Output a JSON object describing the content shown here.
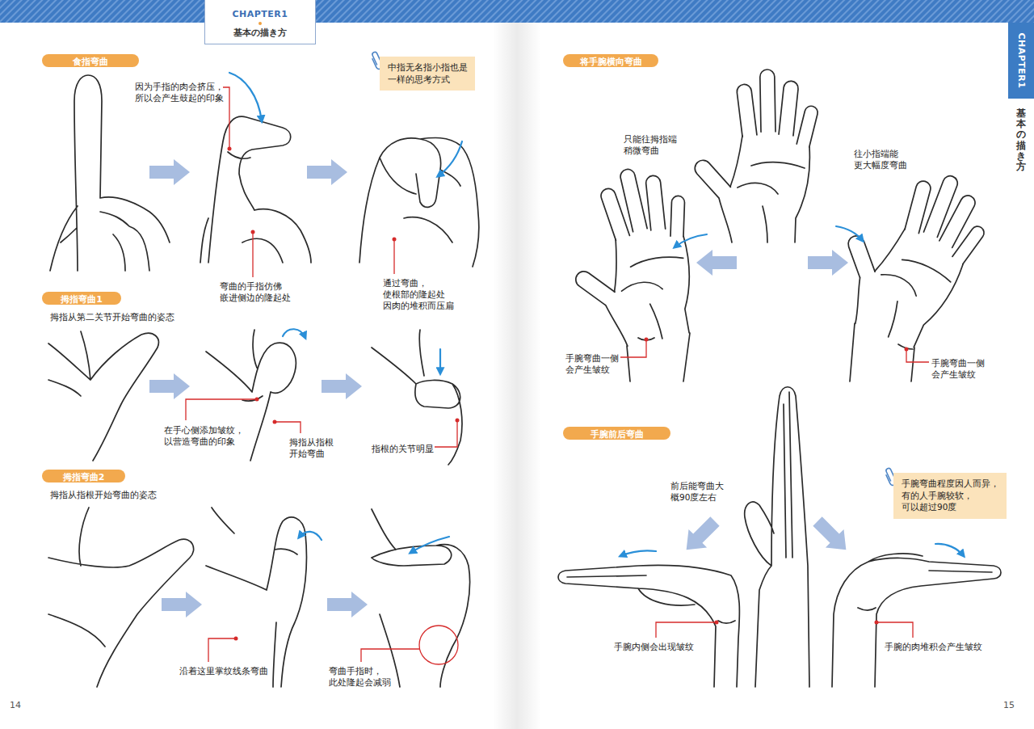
{
  "diagram": {
    "nodes": [
      {
        "text": [
          "CHAPTER1",
          "基本の描き方"
        ]
      },
      {
        "text": [
          "食指弯曲"
        ]
      },
      {
        "text": [
          "中指无名指小指也是 一样的思考方式"
        ]
      },
      {
        "text": [
          "拇指弯曲1"
        ]
      },
      {
        "text": [
          "拇指弯曲2"
        ]
      },
      {
        "text": [
          "将手腕横向弯曲"
        ]
      },
      {
        "text": [
          "CHAPTER1",
          "基本の描き方"
        ]
      },
      {
        "text": [
          "手腕前后弯曲"
        ]
      },
      {
        "text": [
          "手腕弯曲程度因人而异， 有的人手腕较软， 可以超过90度"
        ]
      }
    ],
    "labels": [
      "因为手指的肉会挤压， 所以会产生鼓起的印象",
      "弯曲的手指仿佛 嵌进侧边的隆起处",
      "通过弯曲，使根部的隆起处 因肉的堆积而压扁",
      "拇指从第二关节开始弯曲的姿态",
      "在手心侧添加皱纹， 以营造弯曲的印象",
      "拇指从指根 开始弯曲",
      "指根的关节明显",
      "拇指从指根开始弯曲的姿态",
      "沿着这里掌纹线条弯曲",
      "弯曲手指时， 此处隆起会减弱",
      "14",
      "只能往拇指端 稍微弯曲",
      "往小指端能 更大幅度弯曲",
      "手腕弯曲一侧 会产生皱纹",
      "手腕弯曲一侧 会产生皱纹",
      "前后能弯曲大 概90度左右",
      "手腕内侧会出现皱纹",
      "手腕的肉堆积会产生皱纹",
      "15"
    ]
  }
}
